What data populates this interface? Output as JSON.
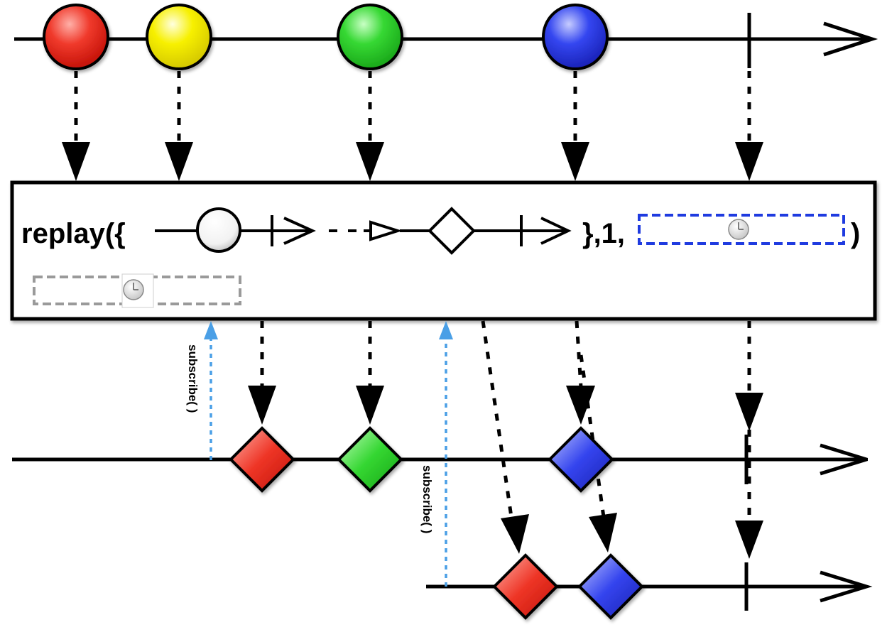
{
  "operator": {
    "prefix": "replay({",
    "middle": "},1,",
    "suffix": ")"
  },
  "subscribe_labels": [
    "subscribe( )",
    "subscribe( )"
  ],
  "colors": {
    "red": "#e8261e",
    "yellow": "#f5f000",
    "green": "#2ed12b",
    "blue": "#2a3bea",
    "line": "#000000",
    "subscribe_arrow": "#4a9fe6",
    "scheduler_box_blue": "#1f3be0",
    "scheduler_box_gray": "#9a9a9a"
  },
  "icons": {
    "clock": "clock-icon"
  }
}
